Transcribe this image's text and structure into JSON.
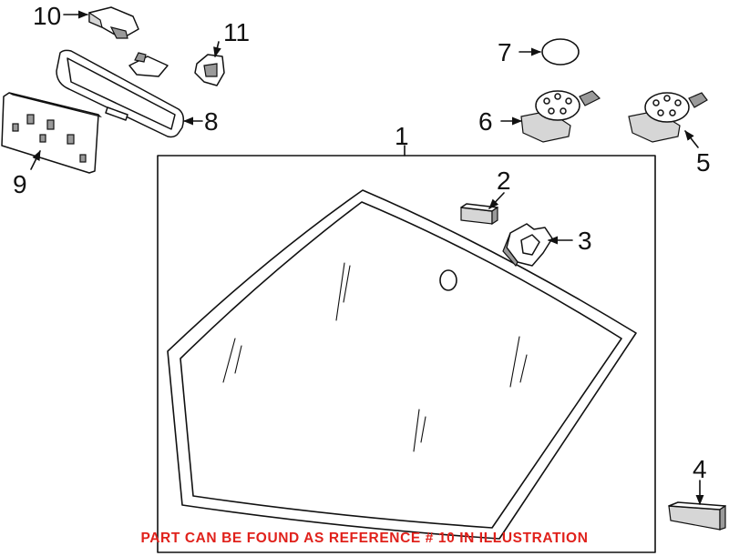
{
  "callouts": {
    "c1": "1",
    "c2": "2",
    "c3": "3",
    "c4": "4",
    "c5": "5",
    "c6": "6",
    "c7": "7",
    "c8": "8",
    "c9": "9",
    "c10": "10",
    "c11": "11"
  },
  "caption": "PART CAN BE FOUND AS REFERENCE # 10 IN ILLUSTRATION",
  "caption_color": "#e0211b"
}
